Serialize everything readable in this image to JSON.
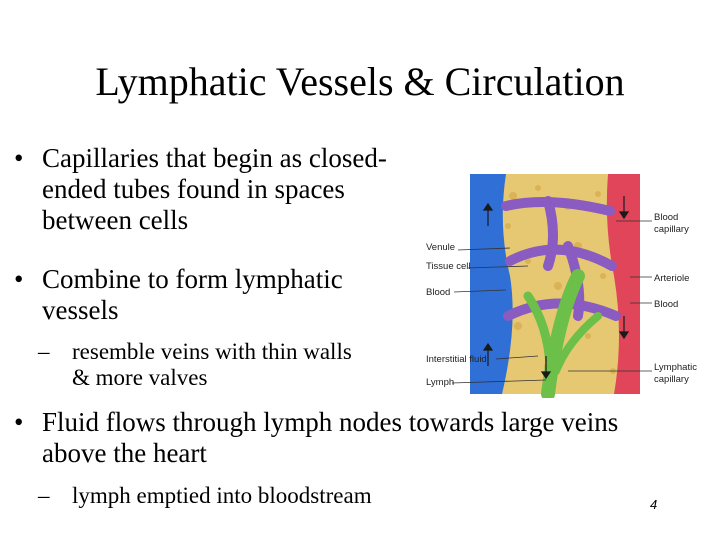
{
  "slide": {
    "title": "Lymphatic Vessels & Circulation",
    "bullets": [
      {
        "text": "Capillaries that begin as closed-ended tubes found in spaces between cells"
      },
      {
        "text": "Combine to form lymphatic vessels"
      },
      {
        "text": "Fluid flows through lymph nodes towards large veins above the heart"
      }
    ],
    "sub_bullets": [
      {
        "text": "resemble veins with thin walls & more valves"
      },
      {
        "text": "lymph emptied into bloodstream"
      }
    ],
    "bullet_marker": "•",
    "sub_marker": "–",
    "page_number": "4"
  },
  "diagram": {
    "left_labels": [
      "Venule",
      "Tissue cell",
      "Blood",
      "Interstitial fluid",
      "Lymph"
    ],
    "right_labels": [
      "Blood capillary",
      "Arteriole",
      "Blood",
      "Lymphatic capillary"
    ],
    "colors": {
      "venule": "#2f6fd6",
      "arteriole": "#e0455a",
      "capillary": "#8a5bc0",
      "lymphatic": "#6cc04a",
      "tissue": "#e6c873"
    }
  }
}
